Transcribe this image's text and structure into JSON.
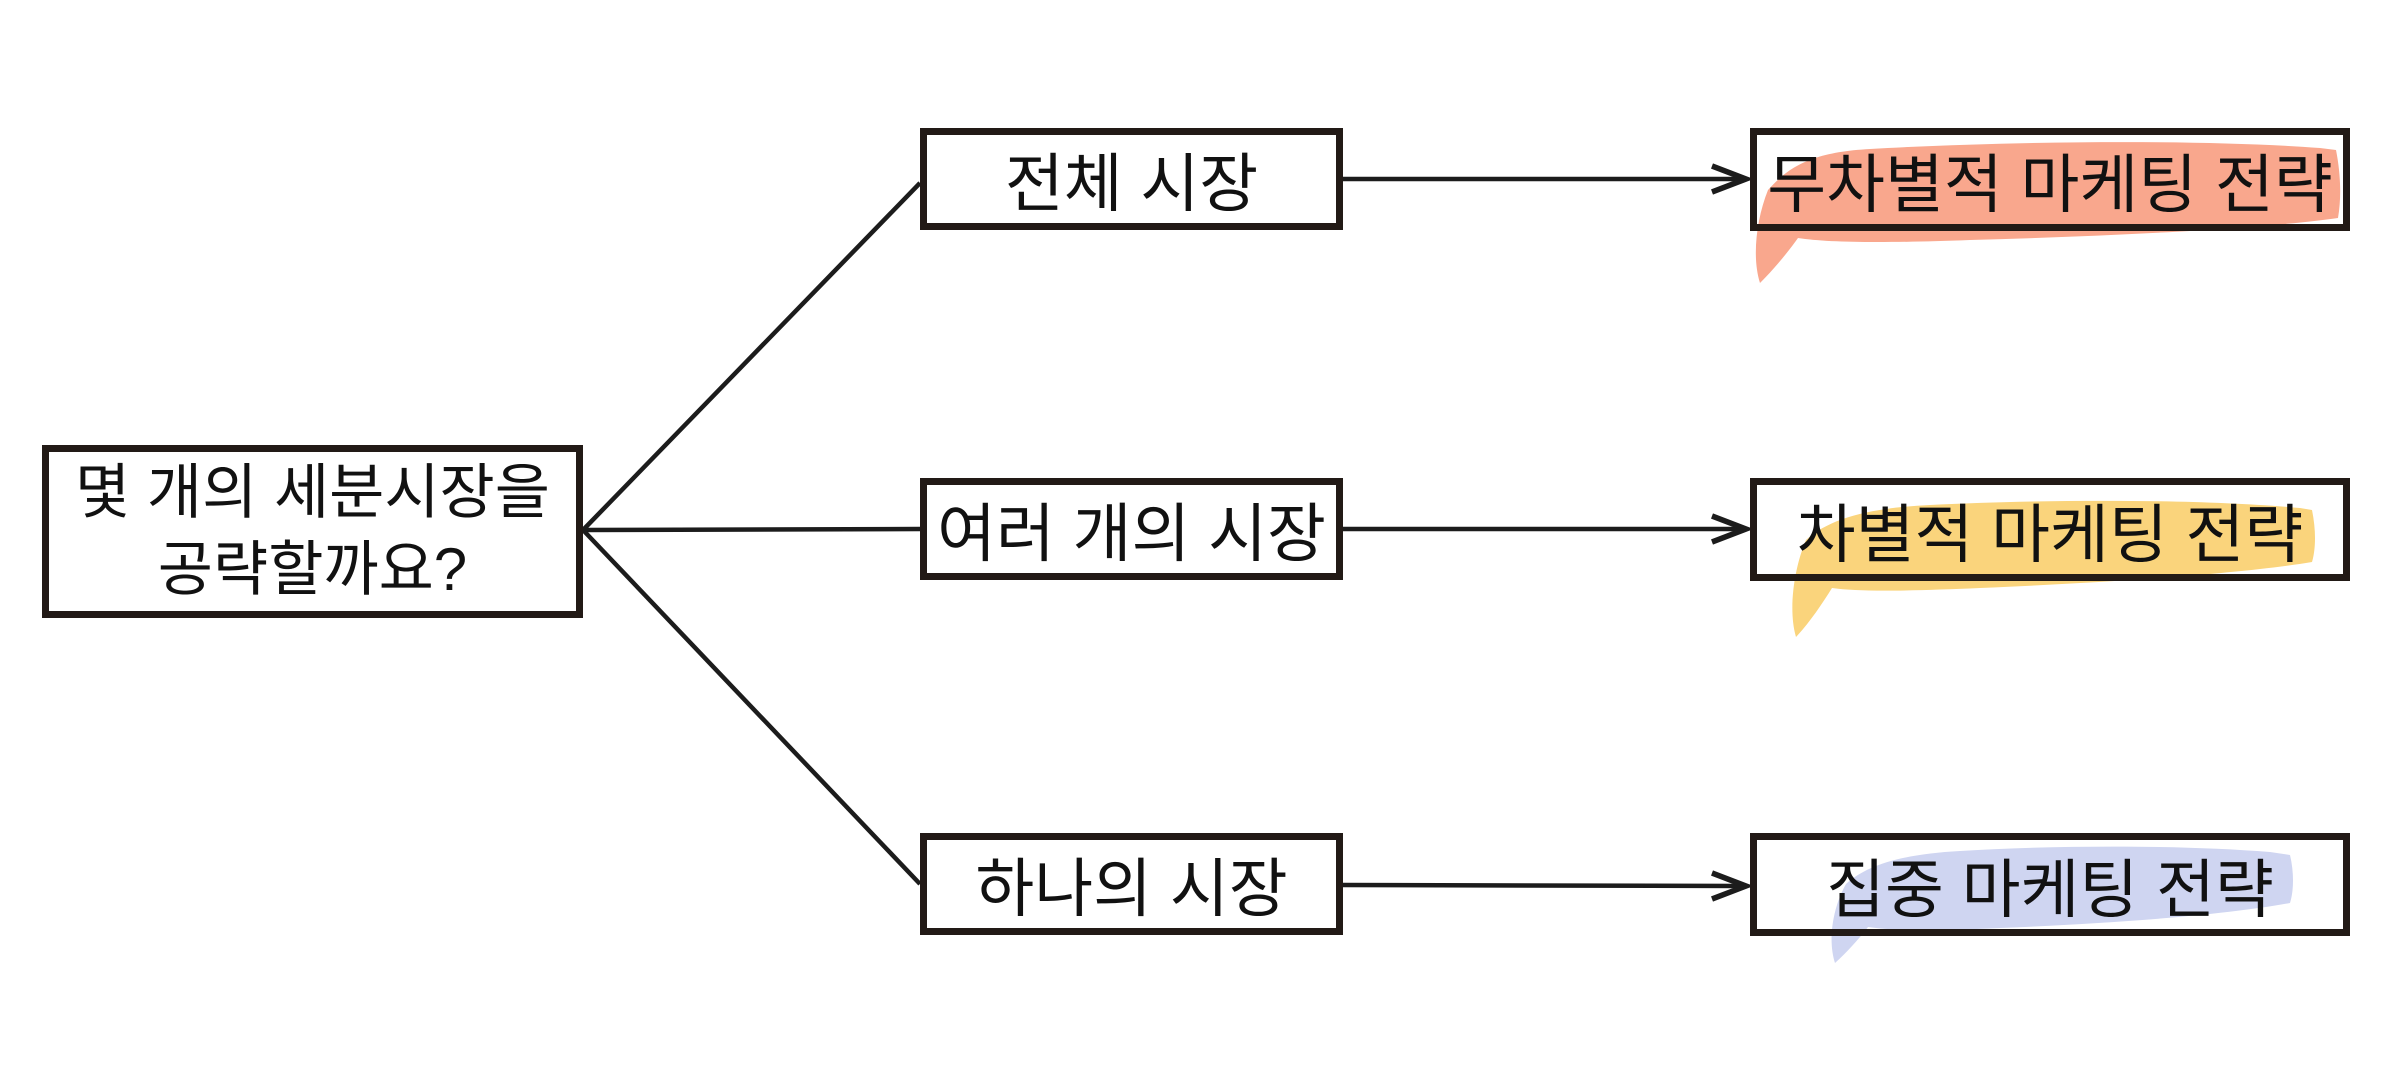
{
  "diagram": {
    "root": {
      "line1": "몇 개의 세분시장을",
      "line2": "공략할까요?"
    },
    "options": [
      {
        "label": "전체 시장"
      },
      {
        "label": "여러 개의 시장"
      },
      {
        "label": "하나의 시장"
      }
    ],
    "strategies": [
      {
        "label": "무차별적 마케팅 전략",
        "highlight": "salmon"
      },
      {
        "label": "차별적 마케팅 전략",
        "highlight": "yellow"
      },
      {
        "label": "집중 마케팅 전략",
        "highlight": "lavender"
      }
    ],
    "colors": {
      "background": "#ffffff",
      "box_border": "#221a16",
      "connector_line": "#1c1c1c",
      "text": "#111111",
      "highlight_salmon": "#f9a78d",
      "highlight_yellow": "#fad47c",
      "highlight_lavender": "#cfd5f1"
    }
  }
}
